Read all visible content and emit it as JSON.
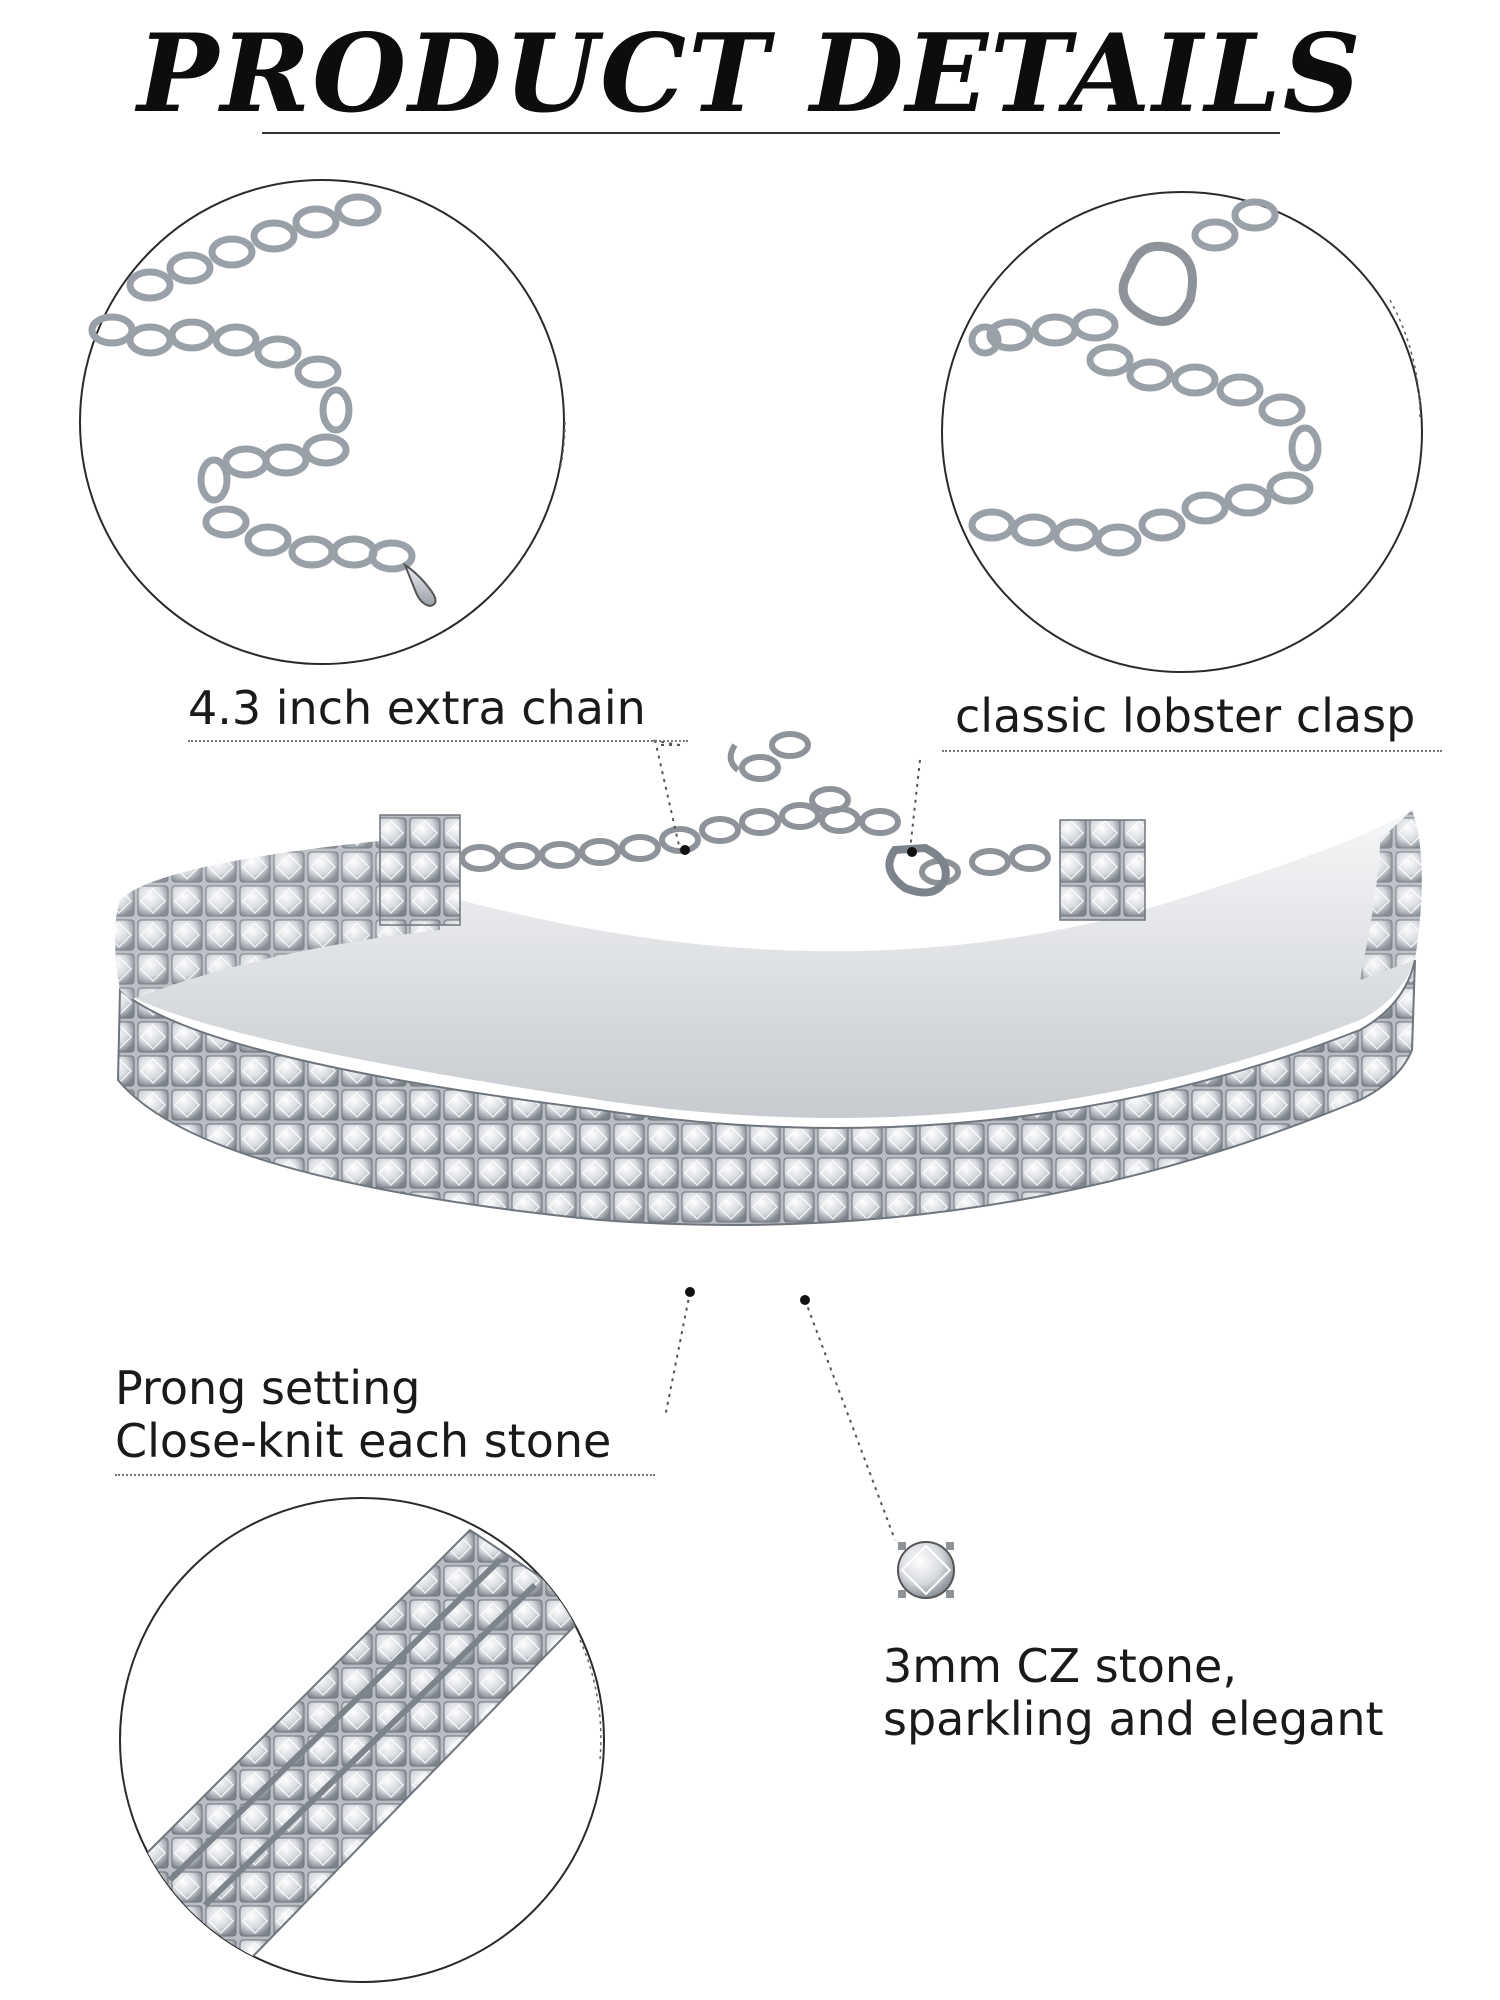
{
  "title": "PRODUCT DETAILS",
  "callouts": {
    "extra_chain": "4.3 inch extra chain",
    "lobster_clasp": "classic lobster clasp",
    "prong_line1": "Prong setting",
    "prong_line2": "Close-knit each stone",
    "stone_line1": "3mm CZ stone,",
    "stone_line2": "sparkling and elegant"
  },
  "icons": {
    "extender_chain": "extender-chain-closeup",
    "lobster_clasp": "lobster-clasp-closeup",
    "stone_rows": "rhinestone-rows-closeup",
    "single_stone": "single-cz-stone",
    "choker": "rhinestone-choker"
  },
  "colors": {
    "silver": "#c9ccd1",
    "silver_dark": "#8e9399",
    "outline": "#333333"
  }
}
